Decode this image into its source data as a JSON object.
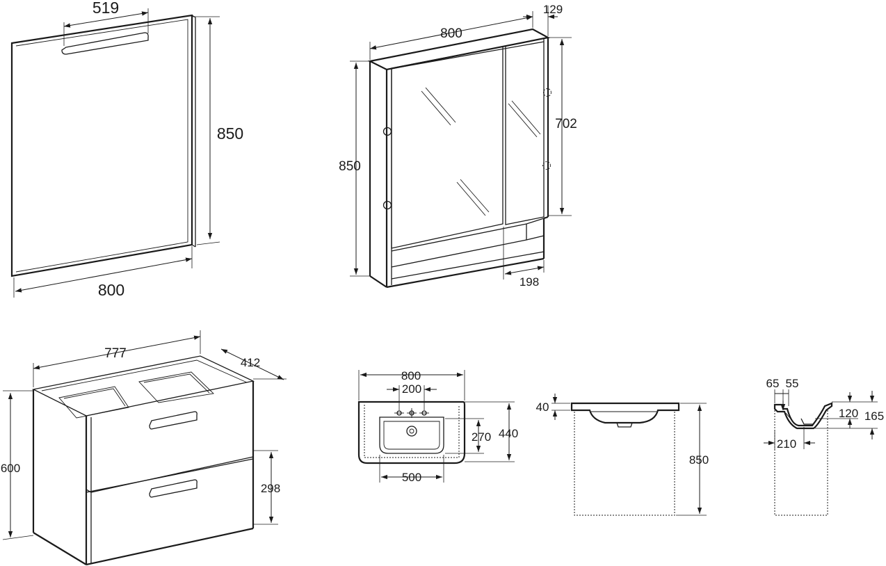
{
  "mirror": {
    "width": "800",
    "height": "850",
    "light_width": "519"
  },
  "mirror_cabinet": {
    "width": "800",
    "depth": "129",
    "height": "850",
    "door_height": "702",
    "shelf_width": "198"
  },
  "vanity_unit": {
    "width": "777",
    "depth": "412",
    "height": "600",
    "drawer_height": "298"
  },
  "basin_top": {
    "width": "800",
    "tap_spacing": "200",
    "bowl_depth": "270",
    "depth": "440",
    "bowl_width": "500"
  },
  "basin_front": {
    "thickness": "40",
    "height": "850"
  },
  "basin_side": {
    "a": "65",
    "b": "55",
    "c": "120",
    "d": "165",
    "e": "210"
  },
  "colors": {
    "line": "#1a1a1a",
    "background": "#ffffff"
  }
}
